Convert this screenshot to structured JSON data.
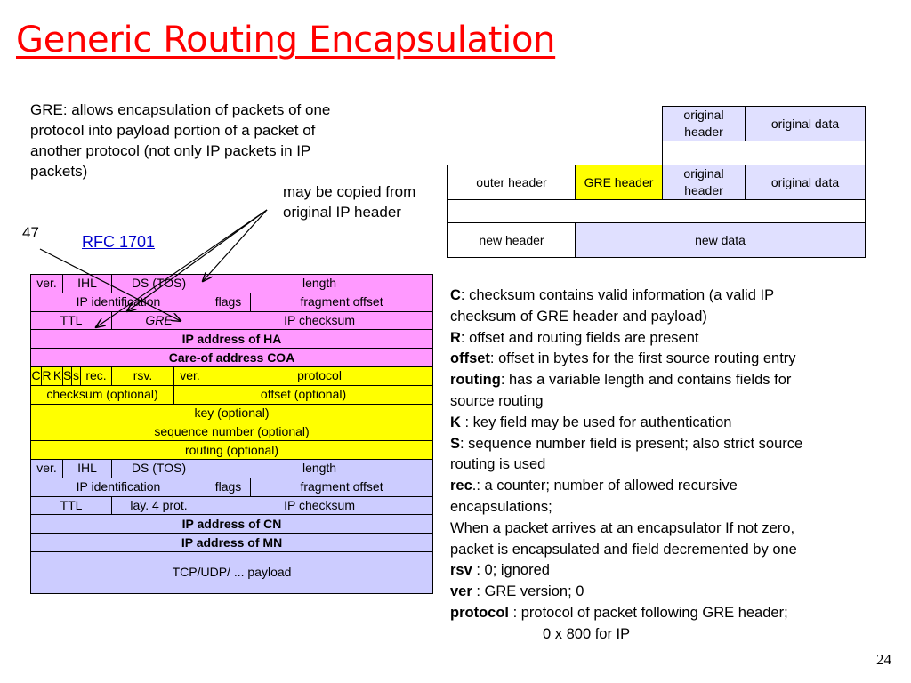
{
  "title": "Generic Routing Encapsulation",
  "intro": "GRE: allows encapsulation of packets of one protocol into payload portion of a packet of another protocol (not only IP packets in IP packets)",
  "note": "may be copied from original IP header",
  "label_47": "47",
  "rfc": "RFC 1701",
  "page_number": "24",
  "diagram": {
    "row1": {
      "original_header": "original header",
      "original_data": "original data"
    },
    "row2": {
      "outer_header": "outer header",
      "gre_header": "GRE header",
      "original_header": "original header",
      "original_data": "original data"
    },
    "row3": {
      "new_header": "new header",
      "new_data": "new data"
    }
  },
  "packet": {
    "outer": {
      "ver": "ver.",
      "ihl": "IHL",
      "ds": "DS (TOS)",
      "length": "length",
      "ip_id": "IP identification",
      "flags": "flags",
      "frag": "fragment offset",
      "ttl": "TTL",
      "gre": "GRE",
      "checksum": "IP checksum",
      "src": "IP address of HA",
      "dst": "Care-of address COA"
    },
    "gre": {
      "c": "C",
      "r": "R",
      "k": "K",
      "s": "S",
      "s2": "s",
      "rec": "rec.",
      "rsv": "rsv.",
      "ver": "ver.",
      "protocol": "protocol",
      "checksum": "checksum (optional)",
      "offset": "offset (optional)",
      "key": "key (optional)",
      "seq": "sequence number (optional)",
      "routing": "routing (optional)"
    },
    "inner": {
      "ver": "ver.",
      "ihl": "IHL",
      "ds": "DS (TOS)",
      "length": "length",
      "ip_id": "IP identification",
      "flags": "flags",
      "frag": "fragment offset",
      "ttl": "TTL",
      "proto": "lay. 4 prot.",
      "checksum": "IP checksum",
      "src": "IP address of CN",
      "dst": "IP address of MN",
      "payload": "TCP/UDP/ ... payload"
    }
  },
  "description": {
    "c_key": "C",
    "c_text": ": checksum contains valid information (a valid IP",
    "c_text2": "checksum of GRE header and payload)",
    "r_key": "R",
    "r_text": ": offset and routing fields are present",
    "offset_key": "offset",
    "offset_text": ": offset in bytes for the first source routing entry",
    "routing_key": "routing",
    "routing_text": ": has a variable length and contains fields for",
    "routing_text2": "source routing",
    "k_key": "K",
    "k_text": " : key field may be used for authentication",
    "s_key": "S",
    "s_text": ": sequence number field is present; also strict source",
    "s_text2": "routing is used",
    "rec_key": "rec",
    "rec_text": ".: a counter; number of allowed recursive",
    "rec_text2": "encapsulations;",
    "when1": "When a packet arrives at an encapsulator If not zero,",
    "when2": "packet is encapsulated and field decremented by one",
    "rsv_key": "rsv",
    "rsv_text": " : 0; ignored",
    "ver_key": "ver",
    "ver_text": " : GRE version; 0",
    "protocol_key": "protocol",
    "protocol_text": " : protocol of packet following GRE header;",
    "protocol_text2": "0 x 800 for IP"
  }
}
